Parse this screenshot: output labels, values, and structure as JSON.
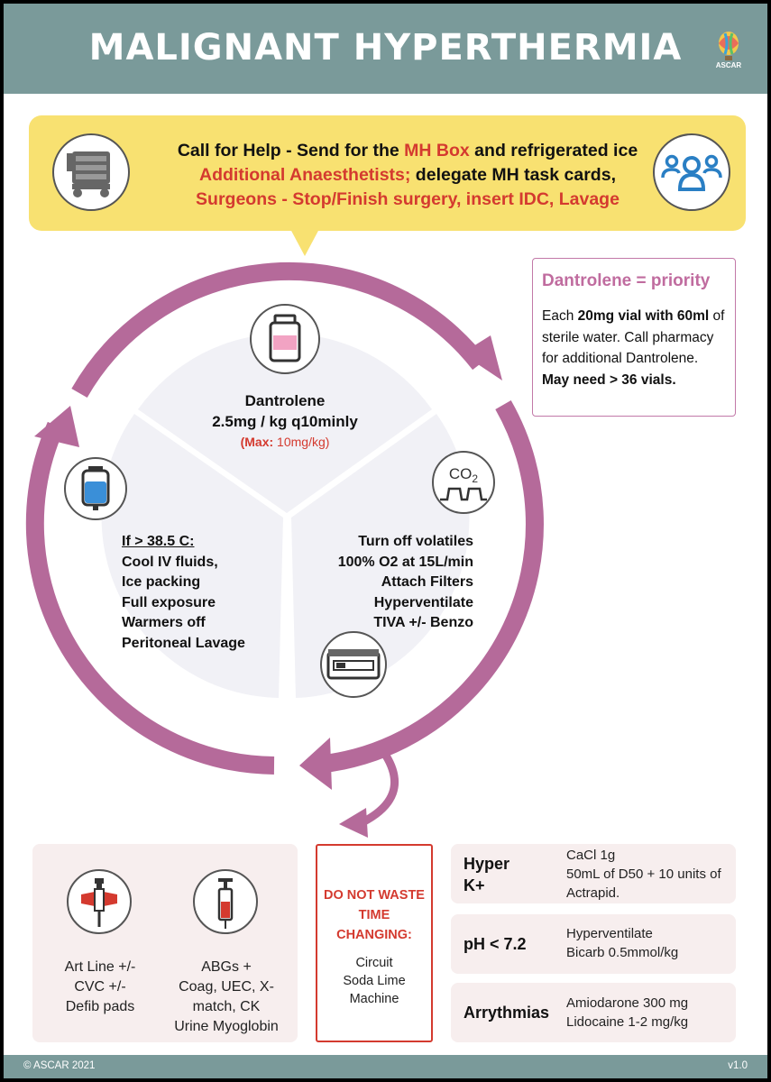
{
  "header": {
    "title": "MALIGNANT HYPERTHERMIA",
    "logo_text": "ASCAR"
  },
  "callout": {
    "line1_a": "Call for Help - Send for the ",
    "line1_b": "MH Box",
    "line1_c": " and refrigerated ice",
    "line2_a": "Additional Anaesthetists;",
    "line2_b": " delegate MH task cards,",
    "line3": "Surgeons - Stop/Finish surgery, insert IDC, Lavage"
  },
  "dantrolene_box": {
    "title": "Dantrolene = priority",
    "text_a": "Each ",
    "text_b": "20mg vial with 60ml",
    "text_c": " of sterile water. Call pharmacy for additional Dantrolene.",
    "text_d": "May need > 36 vials."
  },
  "cycle": {
    "top": {
      "line1": "Dantrolene",
      "line2": "2.5mg / kg q10minly",
      "max_label": "(Max:",
      "max_value": " 10mg/kg)"
    },
    "left": {
      "heading": "If > 38.5 C:",
      "items": [
        "Cool IV fluids,",
        "Ice packing",
        "Full exposure",
        "Warmers off",
        "Peritoneal Lavage"
      ]
    },
    "right": {
      "co2_label": "CO2",
      "items": [
        "Turn off volatiles",
        "100% O2 at 15L/min",
        "Attach Filters",
        "Hyperventilate",
        "TIVA +/- Benzo"
      ]
    }
  },
  "bottom": {
    "art_line": [
      "Art Line +/-",
      "CVC +/-",
      "Defib pads"
    ],
    "abgs": [
      "ABGs +",
      "Coag, UEC, X-",
      "match, CK",
      "Urine Myoglobin"
    ],
    "warning": {
      "title": [
        "DO NOT WASTE",
        "TIME",
        "CHANGING:"
      ],
      "items": [
        "Circuit",
        "Soda Lime",
        "Machine"
      ]
    },
    "rows": [
      {
        "label": [
          "Hyper",
          "K+"
        ],
        "value": [
          "CaCl 1g",
          "50mL of D50 + 10 units of",
          "Actrapid."
        ]
      },
      {
        "label": [
          "pH < 7.2"
        ],
        "value": [
          "Hyperventilate",
          "Bicarb 0.5mmol/kg"
        ]
      },
      {
        "label": [
          "Arrythmias"
        ],
        "value": [
          "Amiodarone 300 mg",
          "Lidocaine 1-2 mg/kg"
        ]
      }
    ]
  },
  "footer": {
    "left": "© ASCAR 2021",
    "right": "v1.0"
  },
  "colors": {
    "header": "#7a9a9a",
    "callout": "#f8e171",
    "accent_red": "#d43a2f",
    "cycle_purple": "#b56a9a",
    "segment_fill": "#f1f1f6",
    "bottom_box": "#f7eeee"
  }
}
